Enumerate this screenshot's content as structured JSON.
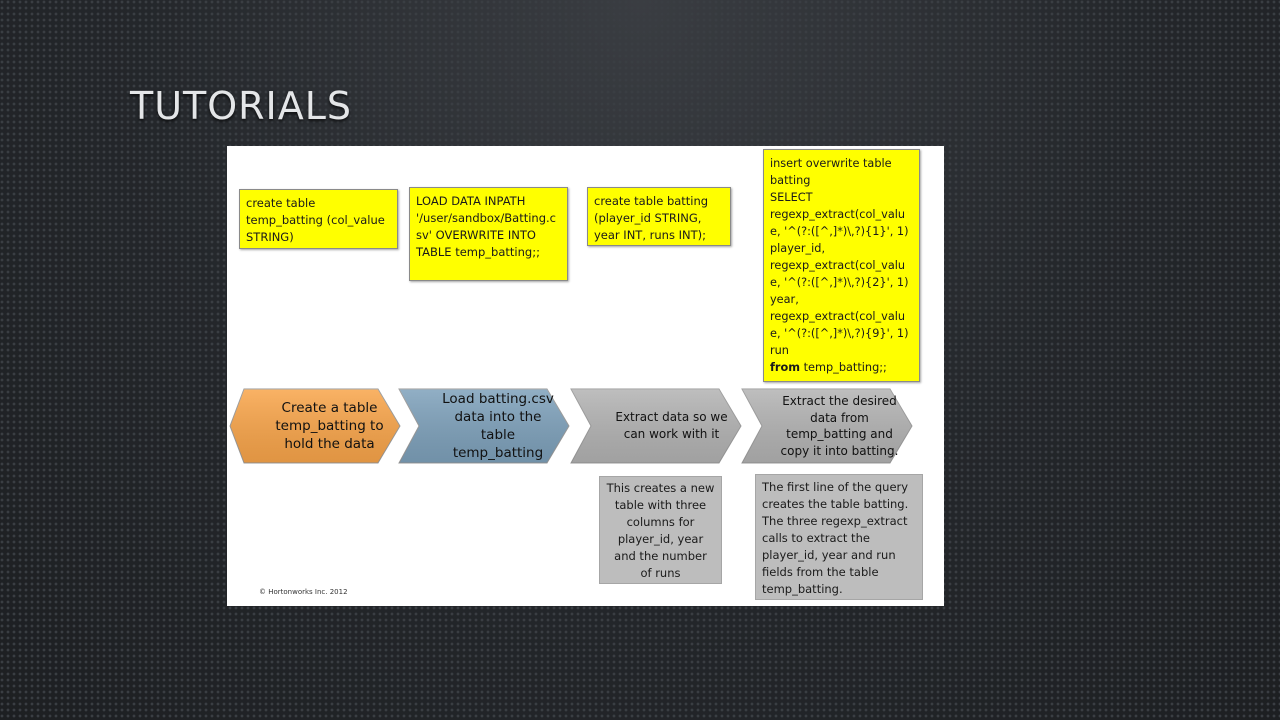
{
  "slide_title": "TUTORIALS",
  "code_notes": [
    {
      "text": "create table\ntemp_batting (col_value\nSTRING)"
    },
    {
      "text": "LOAD DATA INPATH\n'/user/sandbox/Batting.c\nsv' OVERWRITE INTO\nTABLE temp_batting;;"
    },
    {
      "text": "create table batting\n(player_id STRING,\nyear INT, runs INT);"
    },
    {
      "text": "insert overwrite table\nbatting\nSELECT\nregexp_extract(col_valu\ne, '^(?:([^,]*)\\,?){1}', 1)\nplayer_id,\nregexp_extract(col_valu\ne, '^(?:([^,]*)\\,?){2}', 1)\nyear,\nregexp_extract(col_valu\ne, '^(?:([^,]*)\\,?){9}', 1)\nrun\n",
      "bold_keyword": "from",
      "tail": " temp_batting;;"
    }
  ],
  "steps": [
    {
      "label": "Create a table\ntemp_batting to\nhold the data",
      "color": "#f9a54a"
    },
    {
      "label": "Load batting.csv\ndata into the\ntable\ntemp_batting",
      "color": "#7ea1bb"
    },
    {
      "label": "Extract data so we\ncan work with it",
      "color": "#b3b3b3"
    },
    {
      "label": "Extract the desired\ndata from\ntemp_batting and\ncopy it into batting.",
      "color": "#b3b3b3"
    }
  ],
  "explanations": [
    {
      "text": "This creates a new\ntable with three\ncolumns for\nplayer_id, year\nand the number\nof runs"
    },
    {
      "text": "The first line of the query\ncreates the table batting.\nThe three regexp_extract\ncalls to extract the\nplayer_id, year and run\nfields from the table\ntemp_batting."
    }
  ],
  "footer": "© Hortonworks Inc. 2012",
  "colors": {
    "note_fill": "#ffff00",
    "explanation_fill": "#bdbdbd"
  }
}
